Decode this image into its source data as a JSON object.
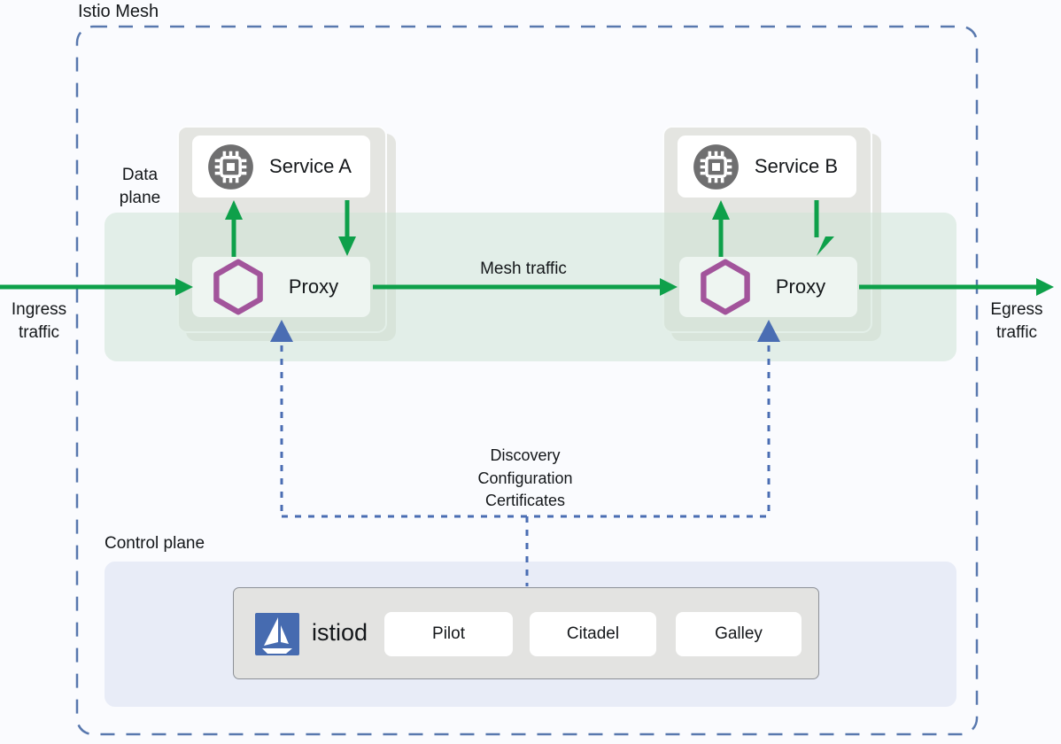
{
  "title": "Istio Mesh",
  "data_plane": {
    "label_lines": [
      "Data",
      "plane"
    ],
    "mesh_traffic_label": "Mesh traffic",
    "services": [
      {
        "label": "Service A",
        "icon": "cpu-icon"
      },
      {
        "label": "Service B",
        "icon": "cpu-icon"
      }
    ],
    "proxies": [
      {
        "label": "Proxy",
        "icon": "hexagon-proxy-icon"
      },
      {
        "label": "Proxy",
        "icon": "hexagon-proxy-icon"
      }
    ]
  },
  "traffic": {
    "ingress_lines": [
      "Ingress",
      "traffic"
    ],
    "egress_lines": [
      "Egress",
      "traffic"
    ]
  },
  "control_channel": {
    "label_lines": [
      "Discovery",
      "Configuration",
      "Certificates"
    ]
  },
  "control_plane": {
    "label": "Control plane",
    "istiod": {
      "label": "istiod",
      "logo_icon": "istio-sails-logo",
      "components": [
        "Pilot",
        "Citadel",
        "Galley"
      ]
    }
  },
  "colors": {
    "green": "#0ea04a",
    "mesh_border_blue": "#5878ae",
    "dash_blue": "#4a6db3",
    "istio_blue": "#466bb0",
    "proxy_purple": "#a2549b",
    "icon_gray": "#6f6f70",
    "card_gray": "#e4e5e1",
    "band_green": "rgba(205,227,214,0.55)",
    "panel_blue": "#e8ecf7",
    "istiod_gray": "#e3e3e1",
    "page_bg": "#fafbfe",
    "text": "#14171a"
  }
}
